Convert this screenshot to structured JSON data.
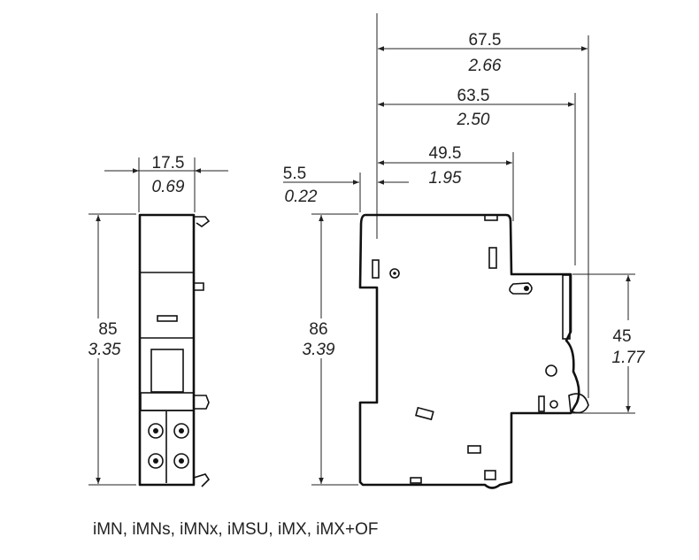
{
  "front_view": {
    "width": {
      "mm": "17.5",
      "in": "0.69"
    },
    "height": {
      "mm": "85",
      "in": "3.35"
    }
  },
  "side_view": {
    "depth_total": {
      "mm": "67.5",
      "in": "2.66"
    },
    "depth_mid": {
      "mm": "63.5",
      "in": "2.50"
    },
    "depth_front": {
      "mm": "49.5",
      "in": "1.95"
    },
    "offset": {
      "mm": "5.5",
      "in": "0.22"
    },
    "height": {
      "mm": "86",
      "in": "3.39"
    },
    "front_height": {
      "mm": "45",
      "in": "1.77"
    }
  },
  "caption": "iMN, iMNs, iMNx, iMSU, iMX, iMX+OF"
}
